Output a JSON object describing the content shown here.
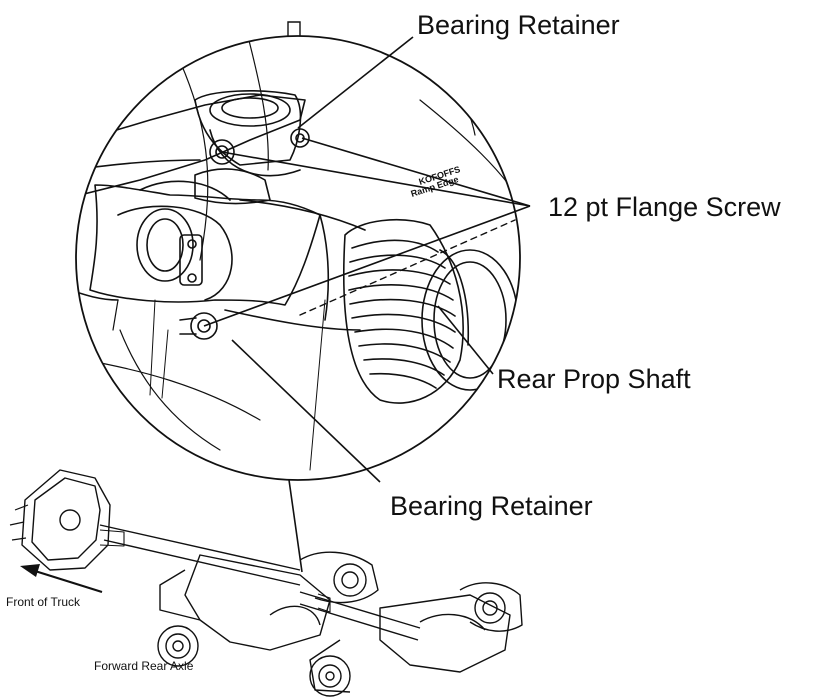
{
  "labels": {
    "bearing_retainer_top": "Bearing Retainer",
    "flange_screw": "12 pt Flange Screw",
    "rear_prop_shaft": "Rear Prop Shaft",
    "bearing_retainer_bottom": "Bearing Retainer",
    "front_of_truck": "Front of Truck",
    "forward_rear_axle": "Forward Rear Axle"
  },
  "stamp": {
    "line1": "KOFOFFS",
    "line2": "Ramp Edge"
  },
  "colors": {
    "line": "#111111",
    "background": "#ffffff"
  }
}
